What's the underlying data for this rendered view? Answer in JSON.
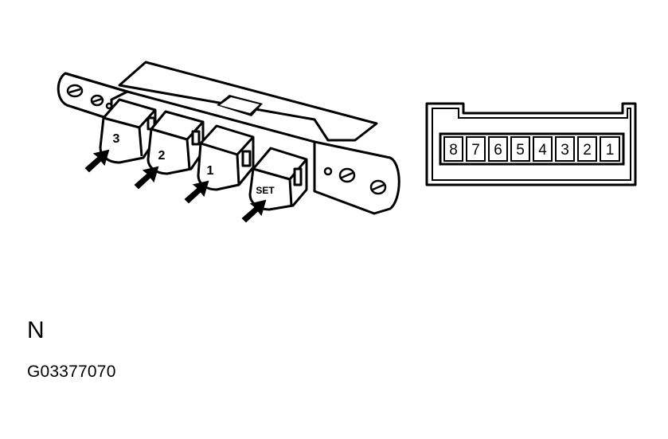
{
  "buttons": [
    {
      "label": "3"
    },
    {
      "label": "2"
    },
    {
      "label": "1"
    },
    {
      "label": "SET"
    }
  ],
  "connector": {
    "pins": [
      "8",
      "7",
      "6",
      "5",
      "4",
      "3",
      "2",
      "1"
    ]
  },
  "caption": {
    "view_letter": "N",
    "figure_code": "G03377070"
  }
}
